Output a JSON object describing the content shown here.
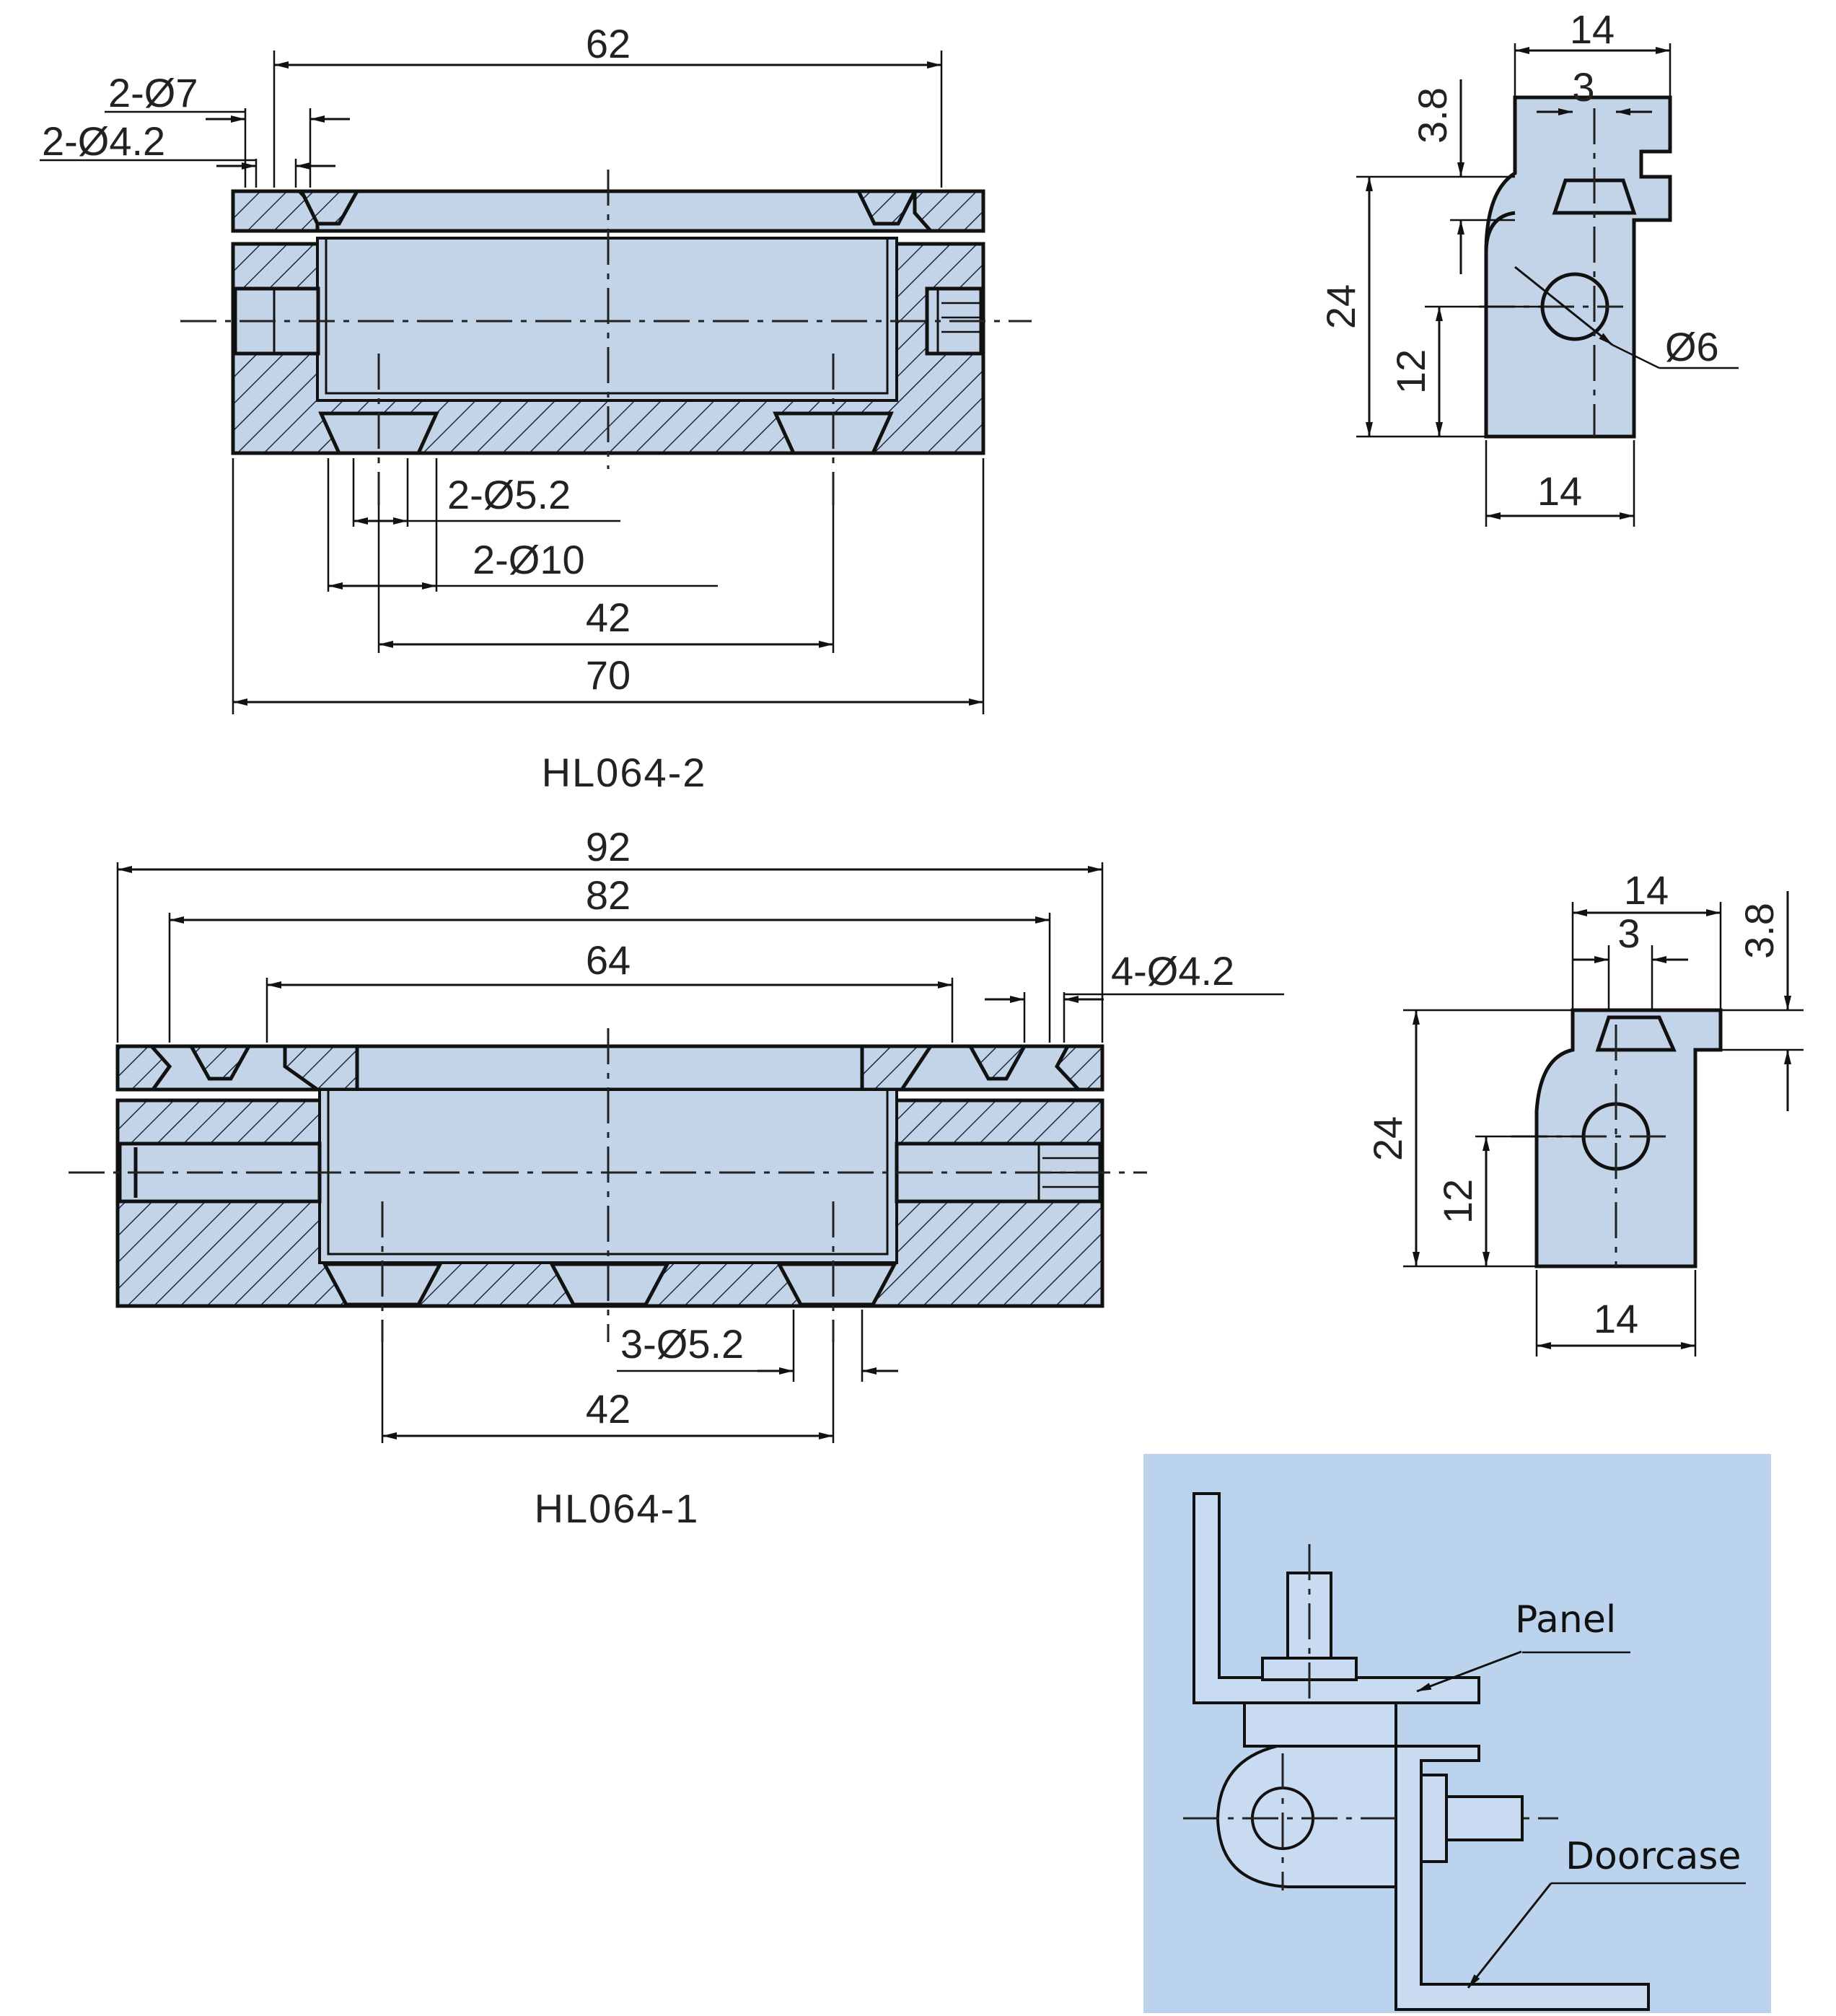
{
  "drawings": {
    "hl064_2": {
      "title": "HL064-2",
      "dims": {
        "width_top": "62",
        "holes_outer": "2-Ø7",
        "holes_inner": "2-Ø4.2",
        "holes_bottom_small": "2-Ø5.2",
        "holes_bottom_large": "2-Ø10",
        "pitch": "42",
        "overall": "70"
      }
    },
    "hl064_2_side": {
      "dims": {
        "top_width": "14",
        "slot": "3",
        "flange": "3.8",
        "height": "24",
        "pin_height": "12",
        "pin_dia": "Ø6",
        "base_width": "14"
      }
    },
    "hl064_1": {
      "title": "HL064-1",
      "dims": {
        "overall": "92",
        "hole_span": "82",
        "inner_span": "64",
        "holes_top": "4-Ø4.2",
        "holes_bottom": "3-Ø5.2",
        "pitch": "42"
      }
    },
    "hl064_1_side": {
      "dims": {
        "top_width": "14",
        "slot": "3",
        "flange": "3.8",
        "height": "24",
        "pin_height": "12",
        "base_width": "14"
      }
    },
    "installation": {
      "panel_label": "Panel",
      "doorcase_label": "Doorcase"
    }
  },
  "colors": {
    "part_fill": "#c3d4e8",
    "panel_background": "#bcd3ee",
    "line": "#111111"
  }
}
